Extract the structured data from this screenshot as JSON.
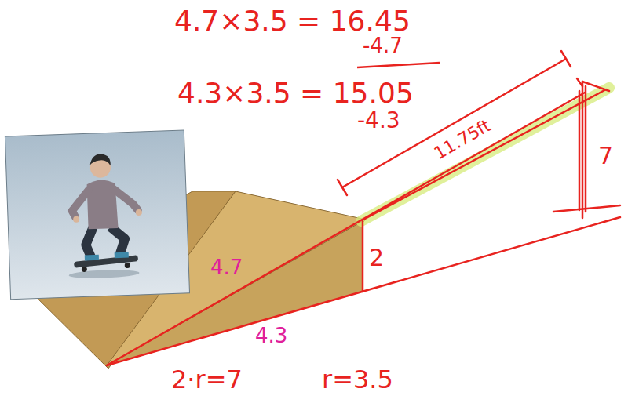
{
  "diagram": {
    "labels": [
      "4.7×3.5 = 16.45",
      "-4.7",
      "4.3×3.5 = 15.05",
      "-4.3",
      "11.75ft",
      "7",
      "2",
      "4.7",
      "4.3",
      "2·r=7",
      "r=3.5"
    ]
  }
}
